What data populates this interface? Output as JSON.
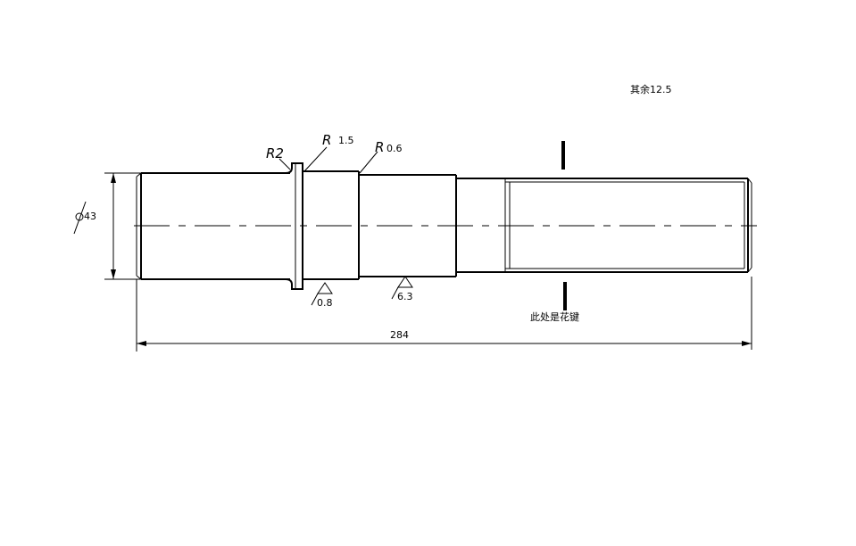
{
  "notes": {
    "default_roughness": "其余12.5",
    "spline_note": "此处是花键"
  },
  "dimensions": {
    "overall_length": "284",
    "diameter": "43"
  },
  "radius_labels": {
    "r2": "R2",
    "r1_5": "1.5",
    "r0_6": "0.6"
  },
  "roughness": {
    "shoulder": "0.8",
    "middle": "6.3"
  }
}
